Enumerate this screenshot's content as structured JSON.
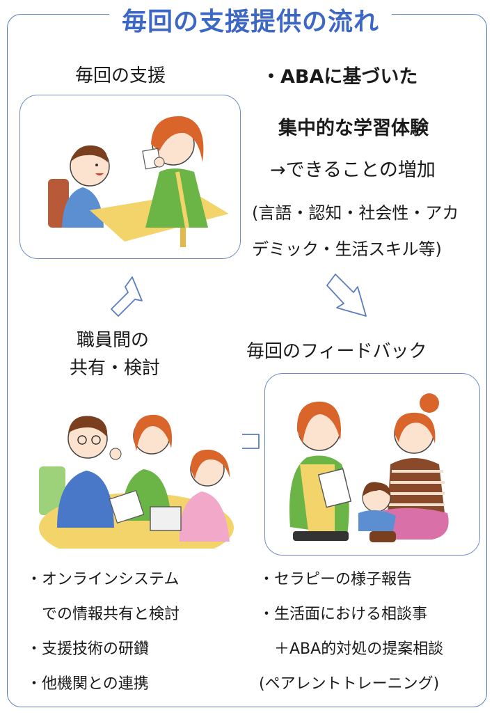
{
  "title": "毎回の支援提供の流れ",
  "support": {
    "heading": "毎回の支援",
    "line1": "・ABAに基づいた",
    "line2": "集中的な学習体験",
    "line3": "→できることの増加",
    "line4": "(言語・認知・社会性・アカ",
    "line5": "デミック・生活スキル等)"
  },
  "feedback": {
    "heading": "毎回のフィードバック",
    "items": [
      "・セラピーの様子報告",
      "・生活面における相談事",
      "　＋ABA的対処の提案相談",
      "(ペアレントトレーニング)"
    ]
  },
  "staff": {
    "heading_line1": "職員間の",
    "heading_line2": "共有・検討",
    "items": [
      "・オンラインシステム",
      "　での情報共有と検討",
      "・支援技術の研鑽",
      "・他機関との連携"
    ]
  },
  "colors": {
    "title": "#3c67c4",
    "frame": "#5a7dbf",
    "arrow": "#5a7dbf"
  }
}
